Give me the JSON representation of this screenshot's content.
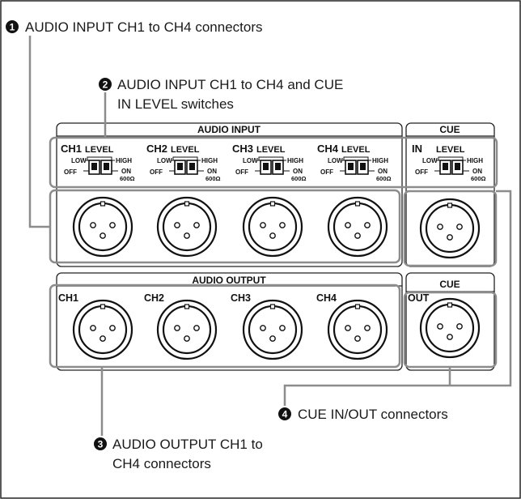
{
  "callouts": {
    "c1": {
      "num": "1",
      "text": "AUDIO INPUT CH1 to CH4 connectors"
    },
    "c2": {
      "num": "2",
      "line1": "AUDIO INPUT CH1 to CH4 and CUE",
      "line2": "IN LEVEL switches"
    },
    "c3": {
      "num": "3",
      "line1": "AUDIO OUTPUT CH1 to",
      "line2": "CH4 connectors"
    },
    "c4": {
      "num": "4",
      "text": "CUE IN/OUT connectors"
    }
  },
  "panel": {
    "input_header": "AUDIO INPUT",
    "cue_in_header": "CUE",
    "output_header": "AUDIO OUTPUT",
    "cue_out_header": "CUE",
    "input_channels": [
      "CH1",
      "CH2",
      "CH3",
      "CH4"
    ],
    "cue_in_channel": "IN",
    "output_channels": [
      "CH1",
      "CH2",
      "CH3",
      "CH4"
    ],
    "cue_out_channel": "OUT",
    "switch": {
      "level": "LEVEL",
      "low": "LOW",
      "high": "HIGH",
      "off": "OFF",
      "on": "ON",
      "ohm": "600Ω"
    }
  },
  "icons": {
    "connector": "xlr-connector-icon",
    "switch": "slide-switch-icon"
  },
  "colors": {
    "ink": "#111111",
    "highlight": "#8c8c8c",
    "background": "#ffffff"
  }
}
